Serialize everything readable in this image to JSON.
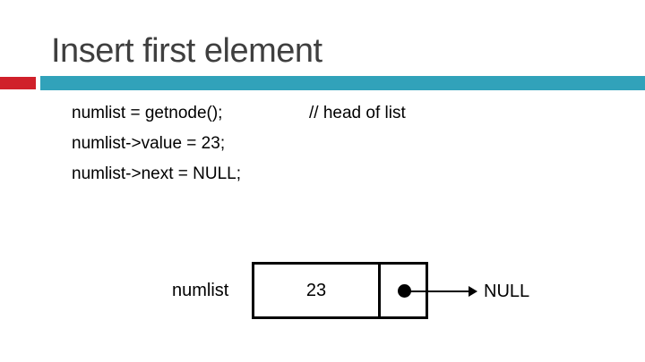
{
  "slide": {
    "title": "Insert first element",
    "accent_colors": {
      "red": "#d0202a",
      "teal": "#31a2ba"
    },
    "title_color": "#3f3f3f",
    "code": {
      "line1": "numlist = getnode();",
      "line1_comment": "// head of list",
      "line2": "numlist->value = 23;",
      "line3": "numlist->next = NULL;"
    },
    "diagram": {
      "pointer_label": "numlist",
      "node_value": "23",
      "null_label": "NULL"
    }
  }
}
